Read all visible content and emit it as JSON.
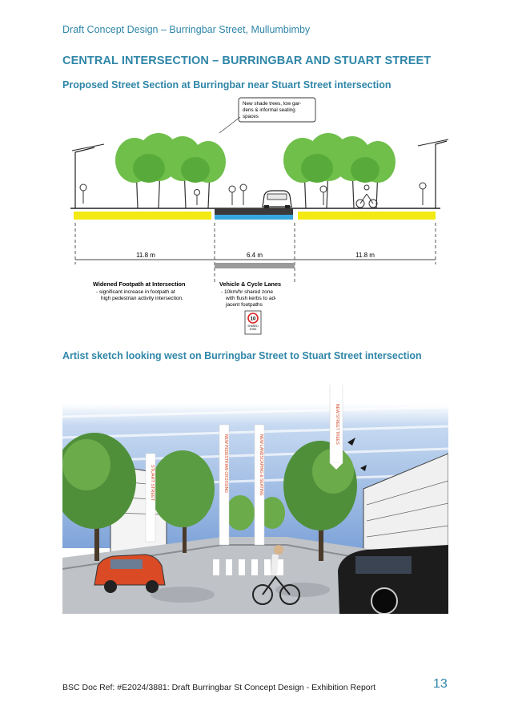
{
  "header": {
    "running_title": "Draft Concept Design – Burringbar Street, Mullumbimby"
  },
  "titles": {
    "main": "CENTRAL INTERSECTION – BURRINGBAR AND STUART STREET",
    "section": "Proposed Street Section at Burringbar near Stuart Street intersection",
    "sketch": "Artist sketch looking west on Burringbar Street to Stuart Street intersection"
  },
  "street_section": {
    "callout": [
      "New shade trees, low gar-",
      "dens & informal seating",
      "spaces"
    ],
    "dimensions": {
      "left": "11.8 m",
      "centre": "6.4 m",
      "right": "11.8 m"
    },
    "footpath": {
      "heading": "Widened Footpath at Intersection",
      "lines": [
        "- significant increase in footpath at",
        "high pedestrian activity intersection."
      ]
    },
    "lanes": {
      "heading": "Vehicle & Cycle Lanes",
      "lines": [
        "- 10km/hr shared zone",
        "with flush kerbs to ad-",
        "jacent footpaths"
      ]
    },
    "sign": {
      "speed": "10",
      "caption": [
        "SHARED",
        "ZONE"
      ]
    },
    "colors": {
      "footpath": "#f2ea12",
      "lane": "#36a6de",
      "trees": "#6fbf4a"
    }
  },
  "sketch": {
    "banners": [
      "STUART STREET",
      "NEW PEDESTRIAN CROSSING",
      "NEW LANDSCAPING & SEATING",
      "NEW STREET TREES"
    ]
  },
  "footer": {
    "doc_ref": "BSC Doc Ref: #E2024/3881: Draft Burringbar St Concept Design - Exhibition Report",
    "page_number": "13"
  }
}
